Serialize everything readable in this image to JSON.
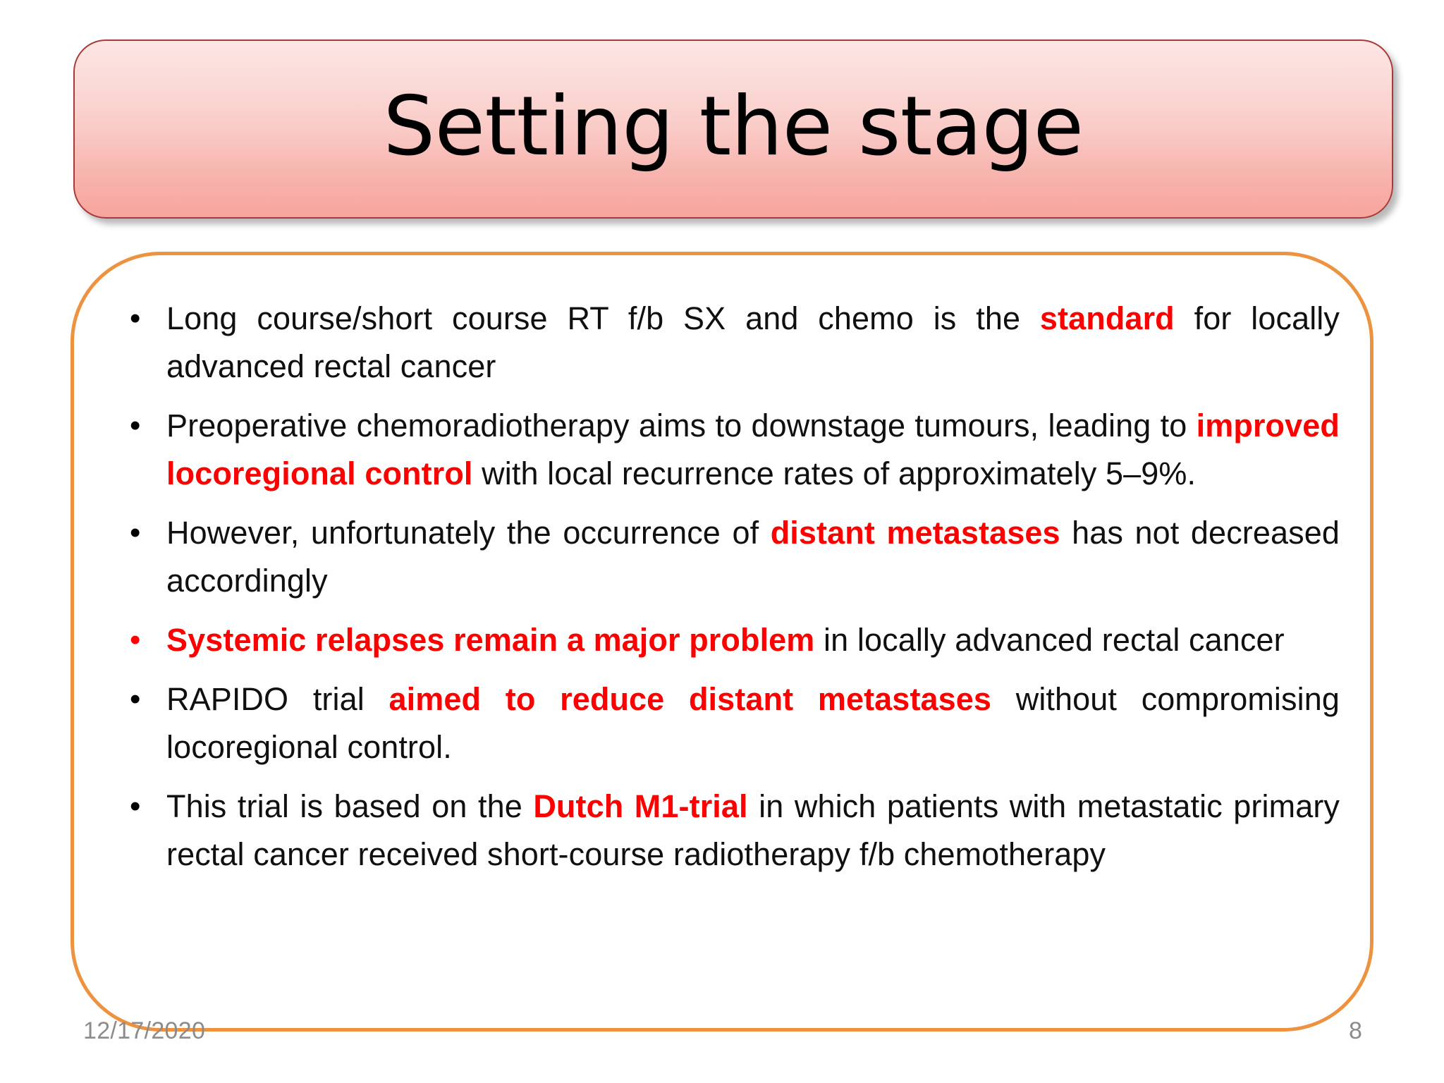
{
  "slide": {
    "title": "Setting the stage",
    "bullet_marker": "•",
    "colors": {
      "highlight_red": "#FF0000",
      "body_text": "#101010",
      "content_border_orange": "#ED9340",
      "title_border": "#A83A3A",
      "title_gradient_top": "#FCE6E4",
      "title_gradient_bottom": "#F7A49D",
      "footer_gray": "#8C8C8C"
    },
    "bullets": [
      {
        "marker_color": "black",
        "segments": [
          {
            "text": "Long course/short course RT f/b SX and chemo is the ",
            "highlight": false
          },
          {
            "text": "standard",
            "highlight": true
          },
          {
            "text": " for locally advanced rectal cancer",
            "highlight": false
          }
        ]
      },
      {
        "marker_color": "black",
        "segments": [
          {
            "text": "Preoperative chemoradiotherapy aims to downstage tumours, leading to ",
            "highlight": false
          },
          {
            "text": "improved locoregional control",
            "highlight": true
          },
          {
            "text": " with local recurrence rates of approximately 5–9%.",
            "highlight": false
          }
        ]
      },
      {
        "marker_color": "black",
        "segments": [
          {
            "text": "However, unfortunately the occurrence of ",
            "highlight": false
          },
          {
            "text": "distant metastases",
            "highlight": true
          },
          {
            "text": " has not decreased accordingly",
            "highlight": false
          }
        ]
      },
      {
        "marker_color": "red",
        "segments": [
          {
            "text": "Systemic relapses remain a major problem",
            "highlight": true
          },
          {
            "text": " in locally advanced rectal cancer",
            "highlight": false
          }
        ]
      },
      {
        "marker_color": "black",
        "segments": [
          {
            "text": "RAPIDO trial ",
            "highlight": false
          },
          {
            "text": "aimed to reduce distant metastases",
            "highlight": true
          },
          {
            "text": " without compromising locoregional control.",
            "highlight": false
          }
        ]
      },
      {
        "marker_color": "black",
        "segments": [
          {
            "text": "This trial is based on the ",
            "highlight": false
          },
          {
            "text": "Dutch M1-trial",
            "highlight": true
          },
          {
            "text": " in which patients with metastatic primary rectal cancer received short-course radiotherapy f/b chemotherapy",
            "highlight": false
          }
        ]
      }
    ],
    "footer": {
      "date": "12/17/2020",
      "page_number": "8"
    }
  }
}
